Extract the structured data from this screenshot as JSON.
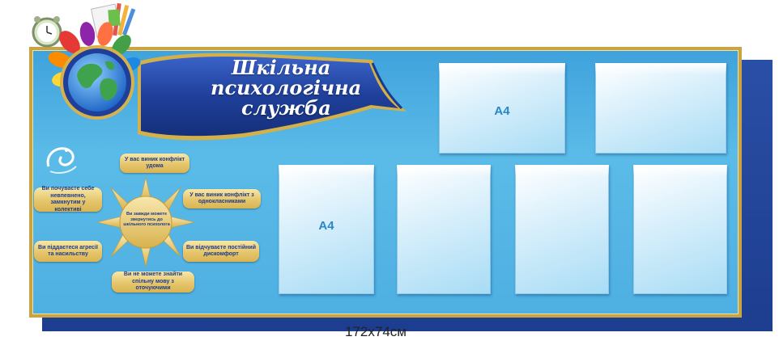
{
  "title": {
    "line1": "Шкільна",
    "line2": "психологічна",
    "line3": "служба"
  },
  "pockets": [
    {
      "label": "A4"
    },
    {
      "label": ""
    },
    {
      "label": "A4"
    },
    {
      "label": ""
    },
    {
      "label": ""
    },
    {
      "label": ""
    }
  ],
  "bubbles": {
    "top": "У вас виник конфлікт удома",
    "left_top": "Ви почуваєте себе невпевнено, замкнутим у колективі",
    "right_top": "У вас виник конфлікт з однокласниками",
    "left_bottom": "Ви піддаєтеся агресії та насильству",
    "right_bottom": "Ви відчуваєте постійний дискомфорт",
    "bottom": "Ви не можете знайти спільну мову з оточуючими"
  },
  "sun_text": "Ви завжди можете звернутись до шкільного психолога",
  "size_caption": "172x74см",
  "colors": {
    "board": "#4eafe2",
    "frame": "#c9a441",
    "ribbon": "#1f3f9a",
    "shadow": "#1d3d8f",
    "text_dark": "#1e3c8a"
  }
}
